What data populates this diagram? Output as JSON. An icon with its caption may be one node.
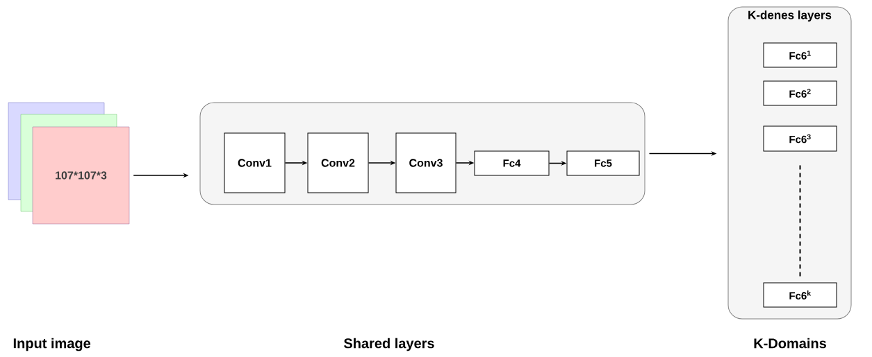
{
  "diagram": {
    "nodes": [
      {
        "text": [
          "107*107*3"
        ]
      },
      {
        "text": [],
        "shape": "box"
      },
      {
        "text": [
          "Conv1"
        ],
        "in": 1
      },
      {
        "text": [
          "Conv2"
        ],
        "in": 1
      },
      {
        "text": [
          "Conv3"
        ],
        "in": 1
      },
      {
        "text": [
          "Fc4"
        ],
        "in": 1
      },
      {
        "text": [
          "Fc5"
        ],
        "in": 1
      },
      {
        "text": [
          "K-denes layers"
        ]
      },
      {
        "text": [
          "Fc6$^{1}$"
        ],
        "in": 7
      },
      {
        "text": [
          "Fc6$^{2}$"
        ],
        "in": 7
      },
      {
        "text": [
          "Fc6$^{3}$"
        ],
        "in": 7
      },
      {
        "text": [
          "Fc6$^{k}$"
        ],
        "in": 7
      }
    ],
    "edges": [
      {
        "from": 0,
        "to": 1,
        "arrow": "to"
      },
      {
        "from": 2,
        "to": 3,
        "arrow": "to"
      },
      {
        "from": 3,
        "to": 4,
        "arrow": "to"
      },
      {
        "from": 4,
        "to": 5,
        "arrow": "to"
      },
      {
        "from": 5,
        "to": 6,
        "arrow": "to"
      },
      {
        "from": 1,
        "to": 7,
        "arrow": "to"
      },
      {
        "from": 10,
        "to": 11,
        "arrow": "none",
        "style": "dashed"
      }
    ],
    "labels": [
      "Input image",
      "Shared layers",
      "K-Domains"
    ]
  }
}
